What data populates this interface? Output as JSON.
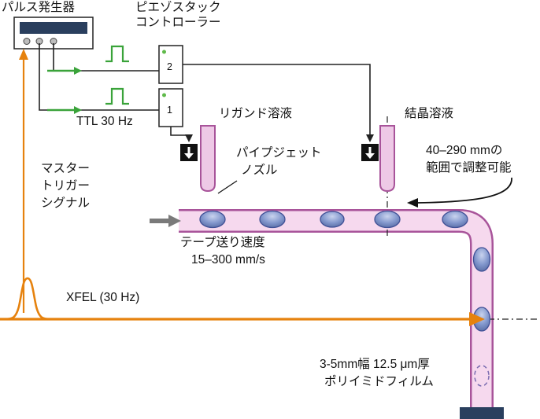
{
  "labels": {
    "pulse_generator": "パルス発生器",
    "piezo_line1": "ピエゾスタック",
    "piezo_line2": "コントローラー",
    "channel2": "2",
    "channel1": "1",
    "ttl": "TTL 30 Hz",
    "master1": "マスター",
    "master2": "トリガー",
    "master3": "シグナル",
    "ligand": "リガンド溶液",
    "pipejet1": "パイプジェット",
    "pipejet2": "ノズル",
    "crystal": "結晶溶液",
    "range1": "40–290 mmの",
    "range2": "範囲で調整可能",
    "speed1": "テープ送り速度",
    "speed2": "15–300 mm/s",
    "xfel": "XFEL (30 Hz)",
    "film1": "3-5mm幅 12.5 μm厚",
    "film2": "ポリイミドフィルム"
  },
  "colors": {
    "beam_orange": "#e6820e",
    "signal_green": "#3aa33a",
    "tape_pink": "#f6d9ee",
    "tape_border": "#a8549a",
    "droplet_blue": "#8196cc",
    "panel_navy": "#2a3f5e"
  }
}
